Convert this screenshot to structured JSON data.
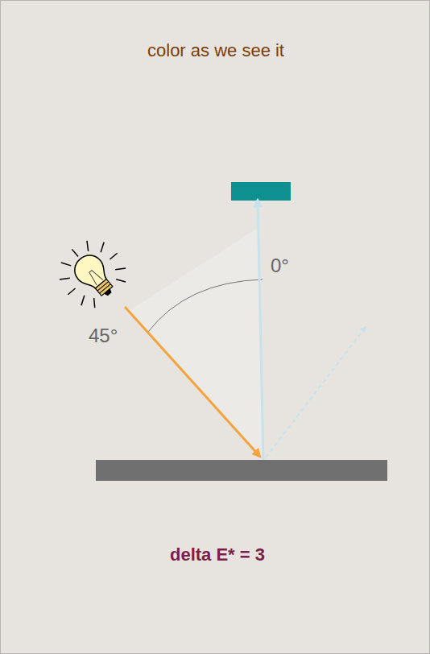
{
  "diagram": {
    "title": "color as we see it",
    "labels": [
      "0°",
      "45°",
      "delta E* = 3"
    ]
  }
}
